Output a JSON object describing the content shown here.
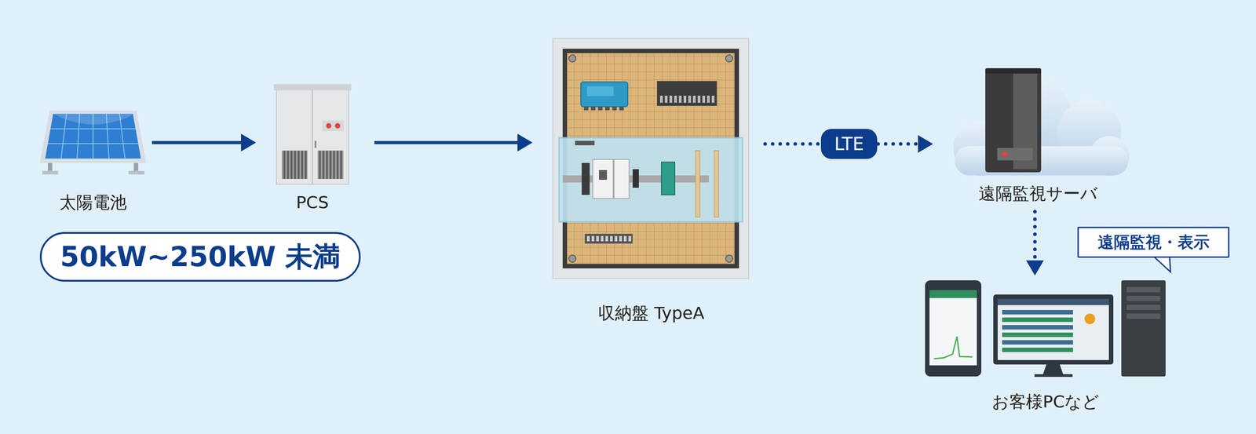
{
  "diagram": {
    "nodes": [
      {
        "text": [
          "太陽電池"
        ]
      },
      {
        "text": [
          "PCS"
        ]
      },
      {
        "text": [
          "50kW~250kW 未満"
        ]
      },
      {
        "text": [
          "収納盤 TypeA"
        ]
      },
      {
        "text": [
          "遠隔監視サーバ"
        ]
      },
      {
        "text": [
          "遠隔監視・表示"
        ]
      },
      {
        "text": [
          "お客様PCなど"
        ]
      }
    ],
    "edges": [
      {
        "from": 0,
        "to": 1,
        "arrow": "to"
      },
      {
        "from": 1,
        "to": 3,
        "arrow": "to"
      },
      {
        "from": 3,
        "to": 4,
        "label": "LTE",
        "arrow": "to"
      },
      {
        "from": 4,
        "to": 6,
        "arrow": "to"
      }
    ]
  }
}
